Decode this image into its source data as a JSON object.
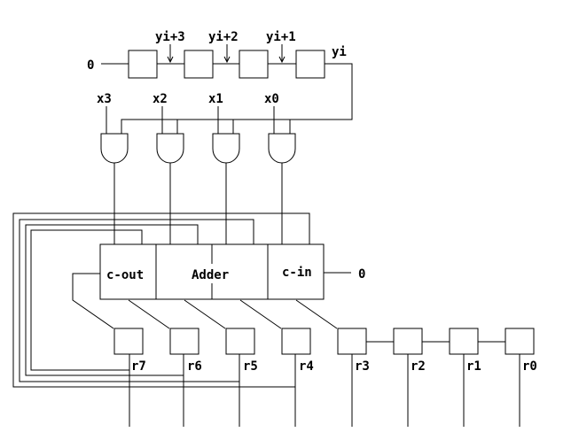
{
  "shift_register_y": {
    "input_value": "0",
    "tap_labels": [
      "yi+3",
      "yi+2",
      "yi+1"
    ],
    "output_label": "yi"
  },
  "multiplicand_inputs": [
    "x3",
    "x2",
    "x1",
    "x0"
  ],
  "adder": {
    "carry_out_label": "c-out",
    "name": "Adder",
    "carry_in_label": "c-in",
    "carry_in_value": "0"
  },
  "result_register": [
    "r7",
    "r6",
    "r5",
    "r4",
    "r3",
    "r2",
    "r1",
    "r0"
  ]
}
